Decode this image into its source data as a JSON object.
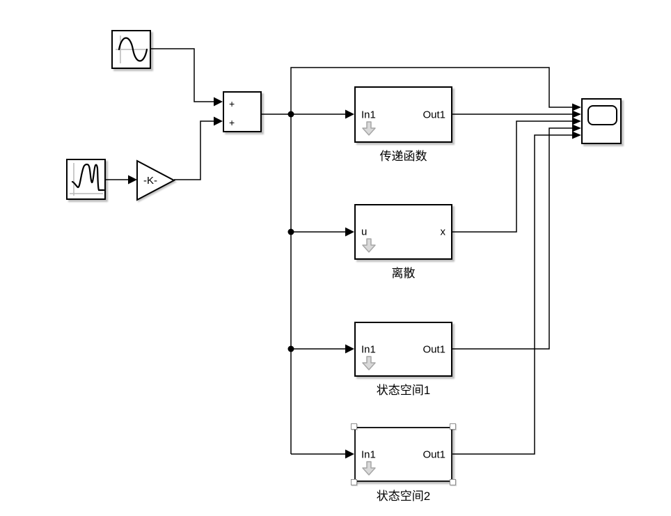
{
  "diagram": {
    "background": "#ffffff",
    "wire_color": "#000000",
    "block_fill": "#ffffff",
    "block_border": "#000000",
    "selection_handle_border": "#8f8f8f",
    "subsystem_badge_color": "#d9d9d9"
  },
  "blocks": {
    "sine_wave": {
      "icon": "sine-wave-icon"
    },
    "signal_builder": {
      "icon": "signal-builder-icon"
    },
    "gain": {
      "label": "-K-"
    },
    "sum": {
      "top_sign": "+",
      "bottom_sign": "+"
    },
    "transfer_fcn": {
      "in_port": "In1",
      "out_port": "Out1",
      "name": "传递函数"
    },
    "discrete": {
      "in_port": "u",
      "out_port": "x",
      "name": "离散"
    },
    "state_space1": {
      "in_port": "In1",
      "out_port": "Out1",
      "name": "状态空间1"
    },
    "state_space2": {
      "in_port": "In1",
      "out_port": "Out1",
      "name": "状态空间2",
      "selected": true
    },
    "scope": {
      "icon": "scope-display-icon",
      "input_count": 5
    }
  },
  "connections": [
    "sine_wave → sum(+ top)",
    "signal_builder → gain",
    "gain → sum(+ bottom)",
    "sum → transfer_fcn.In1",
    "sum → discrete.u",
    "sum → state_space1.In1",
    "sum → state_space2.In1",
    "sum → scope.in1",
    "transfer_fcn.Out1 → scope.in2",
    "discrete.x → scope.in3",
    "state_space1.Out1 → scope.in4",
    "state_space2.Out1 → scope.in5"
  ]
}
